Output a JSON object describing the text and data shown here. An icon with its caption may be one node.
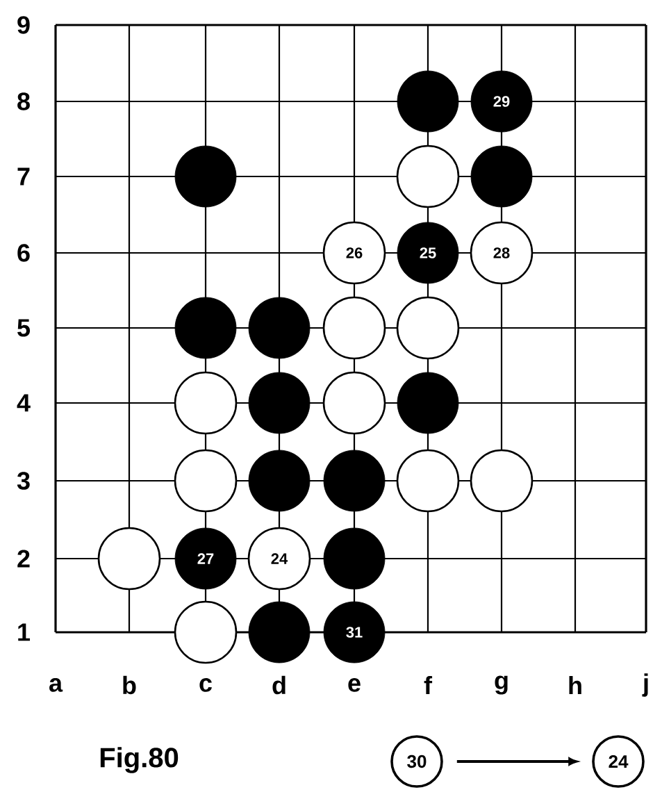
{
  "diagram": {
    "caption": "Fig.80",
    "nodes": [
      {
        "text": [],
        "shape": "circle"
      },
      {
        "text": [
          "29"
        ]
      },
      {
        "text": [],
        "shape": "circle"
      },
      {
        "text": [],
        "shape": "circle"
      },
      {
        "text": [],
        "shape": "circle"
      },
      {
        "text": [
          "26"
        ]
      },
      {
        "text": [
          "25"
        ]
      },
      {
        "text": [
          "28"
        ]
      },
      {
        "text": [],
        "shape": "circle"
      },
      {
        "text": [],
        "shape": "circle"
      },
      {
        "text": [],
        "shape": "circle"
      },
      {
        "text": [],
        "shape": "circle"
      },
      {
        "text": [],
        "shape": "circle"
      },
      {
        "text": [],
        "shape": "circle"
      },
      {
        "text": [],
        "shape": "circle"
      },
      {
        "text": [],
        "shape": "circle"
      },
      {
        "text": [],
        "shape": "circle"
      },
      {
        "text": [],
        "shape": "circle"
      },
      {
        "text": [],
        "shape": "circle"
      },
      {
        "text": [],
        "shape": "circle"
      },
      {
        "text": [],
        "shape": "circle"
      },
      {
        "text": [],
        "shape": "circle"
      },
      {
        "text": [
          "27"
        ]
      },
      {
        "text": [
          "24"
        ]
      },
      {
        "text": [],
        "shape": "circle"
      },
      {
        "text": [],
        "shape": "circle"
      },
      {
        "text": [],
        "shape": "circle"
      },
      {
        "text": [
          "31"
        ]
      },
      {
        "text": [
          "30"
        ]
      },
      {
        "text": [
          "24"
        ]
      }
    ],
    "edges": [
      {
        "from": 28,
        "to": 29,
        "arrow": "to"
      }
    ],
    "labels": [
      "9",
      "8",
      "7",
      "6",
      "5",
      "4",
      "3",
      "2",
      "1",
      "a",
      "b",
      "c",
      "d",
      "e",
      "f",
      "g",
      "h",
      "j"
    ]
  }
}
